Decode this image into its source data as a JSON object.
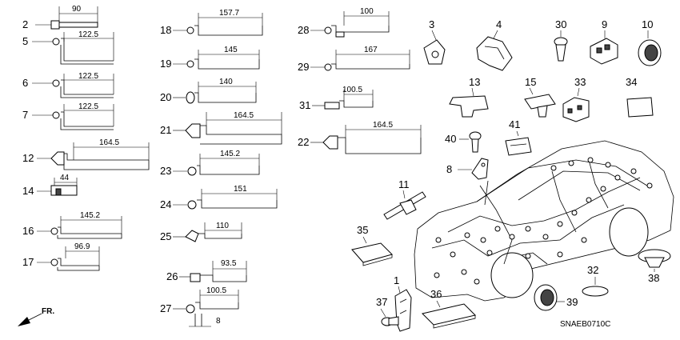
{
  "diagram_code": "SNAEB0710C",
  "direction_label": "FR.",
  "clips_left": [
    {
      "num": "2",
      "dim": "90"
    },
    {
      "num": "5",
      "dim": "122.5"
    },
    {
      "num": "6",
      "dim": "122.5"
    },
    {
      "num": "7",
      "dim": "122.5"
    },
    {
      "num": "12",
      "dim": "164.5"
    },
    {
      "num": "14",
      "dim": "44"
    },
    {
      "num": "16",
      "dim": "145.2"
    },
    {
      "num": "17",
      "dim": "96.9"
    }
  ],
  "clips_mid": [
    {
      "num": "18",
      "dim": "157.7"
    },
    {
      "num": "19",
      "dim": "145"
    },
    {
      "num": "20",
      "dim": "140"
    },
    {
      "num": "21",
      "dim": "164.5"
    },
    {
      "num": "23",
      "dim": "145.2"
    },
    {
      "num": "24",
      "dim": "151"
    },
    {
      "num": "25",
      "dim": "110"
    },
    {
      "num": "26",
      "dim": "93.5"
    },
    {
      "num": "27",
      "dim": "100.5",
      "dim2": "8"
    }
  ],
  "clips_right": [
    {
      "num": "28",
      "dim": "100"
    },
    {
      "num": "29",
      "dim": "167"
    },
    {
      "num": "31",
      "dim": "100.5"
    },
    {
      "num": "22",
      "dim": "164.5"
    }
  ],
  "parts": {
    "p1": "1",
    "p3": "3",
    "p4": "4",
    "p8": "8",
    "p9": "9",
    "p10": "10",
    "p11": "11",
    "p13": "13",
    "p15": "15",
    "p30": "30",
    "p32": "32",
    "p33": "33",
    "p34": "34",
    "p35": "35",
    "p36": "36",
    "p37": "37",
    "p38": "38",
    "p39": "39",
    "p40": "40",
    "p41": "41"
  }
}
